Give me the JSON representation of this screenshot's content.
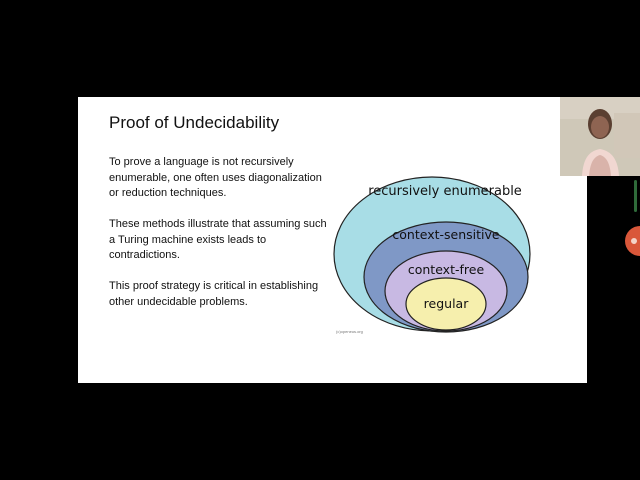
{
  "slide": {
    "title": "Proof of Undecidability",
    "paragraphs": [
      "To prove a language is not recursively enumerable, one often uses diagonalization or reduction techniques.",
      "These methods illustrate that assuming such a Turing machine exists leads to contradictions.",
      "This proof strategy is critical in establishing other undecidable problems."
    ],
    "diagram": {
      "levels": [
        {
          "label": "recursively enumerable",
          "color": "#a8dde6"
        },
        {
          "label": "context-sensitive",
          "color": "#7f98c6"
        },
        {
          "label": "context-free",
          "color": "#c8b9e3"
        },
        {
          "label": "regular",
          "color": "#f6efad"
        }
      ],
      "credit": "(c)openeus.org"
    }
  },
  "colors": {
    "background": "#000000",
    "slide_background": "#ffffff",
    "scroll_handle": "#2f6b3a",
    "float_button": "#d9573a"
  },
  "icons": {
    "webcam": "webcam-thumbnail",
    "float_button": "floating-action-icon"
  }
}
